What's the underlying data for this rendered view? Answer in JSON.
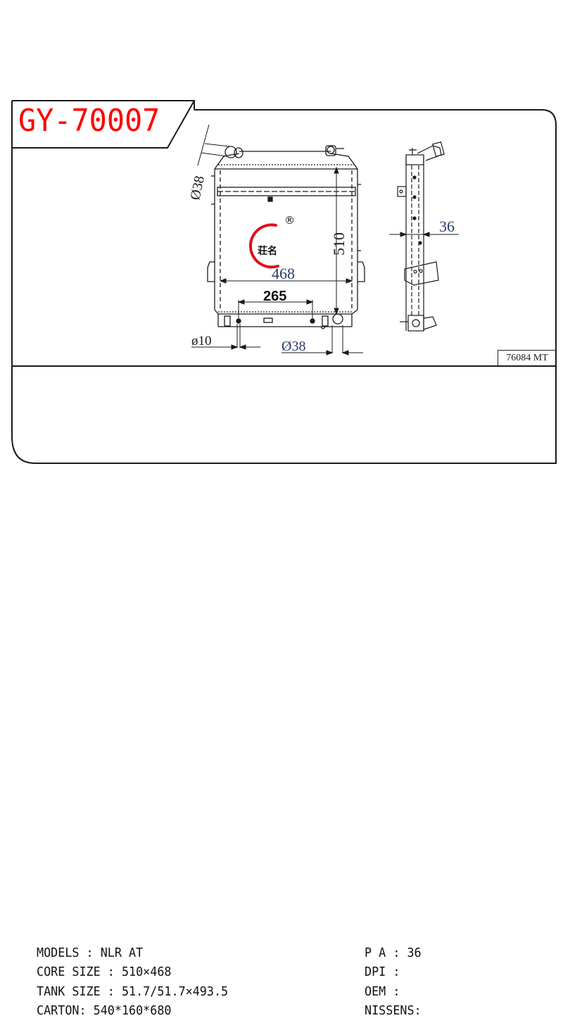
{
  "header": {
    "part_number": "GY-70007",
    "code_box": "76084 MT"
  },
  "drawing": {
    "front_view": {
      "dimensions": {
        "inlet_diameter": "Ø38",
        "core_height": "510",
        "core_width": "468",
        "mount_spacing": "265",
        "mount_hole_diameter": "ø10",
        "outlet_diameter": "Ø38"
      },
      "logo": {
        "text": "荘名",
        "registered_mark": "®",
        "accent_color": "#e0101a"
      }
    },
    "side_view": {
      "dimensions": {
        "core_thickness": "36"
      }
    }
  },
  "specs": {
    "left": [
      {
        "label": "MODELS",
        "sep": " : ",
        "value": "NLR AT"
      },
      {
        "label": "CORE SIZE",
        "sep": " : ",
        "value": "510×468"
      },
      {
        "label": "TANK SIZE",
        "sep": " : ",
        "value": "51.7/51.7×493.5"
      },
      {
        "label": "CARTON",
        "sep": ": ",
        "value": "540*160*680"
      }
    ],
    "right": [
      {
        "label": "P A",
        "sep": " : ",
        "value": "36"
      },
      {
        "label": "DPI",
        "sep": " :",
        "value": ""
      },
      {
        "label": "OEM",
        "sep": " :",
        "value": ""
      },
      {
        "label": "NISSENS",
        "sep": ":",
        "value": ""
      }
    ],
    "left_lines": [
      "MODELS : NLR AT",
      "CORE SIZE : 510×468",
      "TANK SIZE : 51.7/51.7×493.5",
      "CARTON: 540*160*680"
    ],
    "right_lines": [
      "P A : 36",
      "DPI :",
      "OEM :",
      "NISSENS:"
    ]
  },
  "colors": {
    "title": "#ff0000",
    "line": "#1a1a1a",
    "logo_red": "#e0101a"
  }
}
